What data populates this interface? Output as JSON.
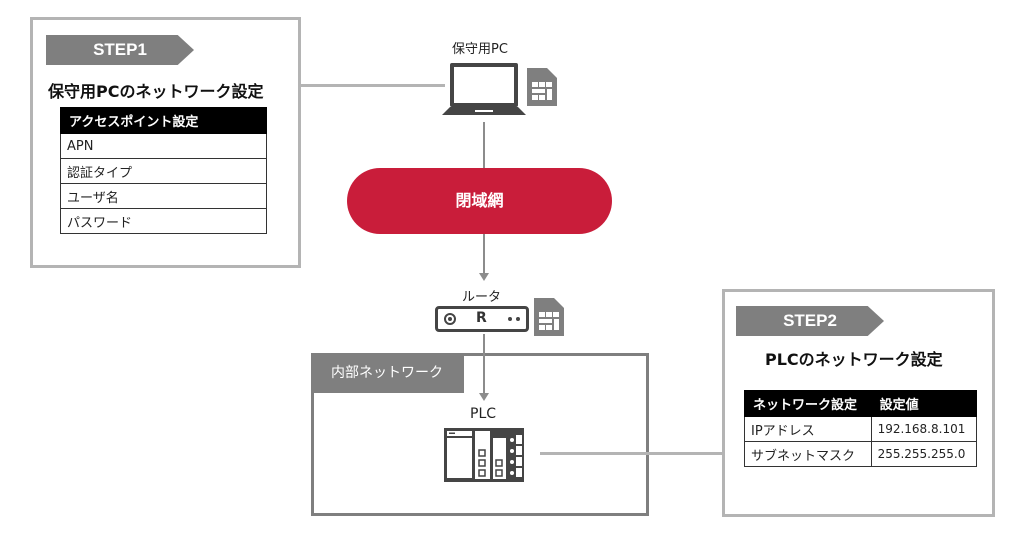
{
  "step1": {
    "tag": "STEP1",
    "title": "保守用PCのネットワーク設定",
    "table": {
      "header": "アクセスポイント設定",
      "rows": [
        "APN",
        "認証タイプ",
        "ユーザ名",
        "パスワード"
      ]
    }
  },
  "step2": {
    "tag": "STEP2",
    "title": "PLCのネットワーク設定",
    "table": {
      "headers": [
        "ネットワーク設定",
        "設定値"
      ],
      "rows": [
        [
          "IPアドレス",
          "192.168.8.101"
        ],
        [
          "サブネットマスク",
          "255.255.255.0"
        ]
      ]
    }
  },
  "nodes": {
    "pc": {
      "label": "保守用PC",
      "icon": "laptop-icon",
      "sim": "sim-card-icon"
    },
    "network": {
      "label": "閉域網"
    },
    "router": {
      "label": "ルータ",
      "icon": "router-icon",
      "badge": "R",
      "sim": "sim-card-icon"
    },
    "internal": {
      "label": "内部ネットワーク"
    },
    "plc": {
      "label": "PLC",
      "icon": "plc-icon"
    }
  },
  "colors": {
    "network_red": "#c91d3a",
    "tag_gray": "#7f7f7f",
    "panel_border": "#b4b4b4",
    "icon_dark": "#454545"
  }
}
